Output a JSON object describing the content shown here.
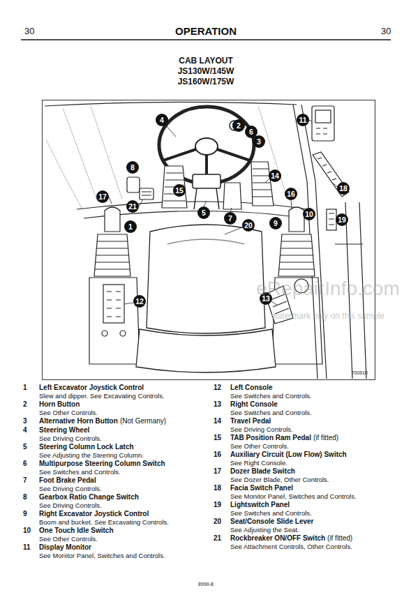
{
  "diagram": {
    "title": "CAB LAYOUT",
    "nodes": [
      {
        "text": [
          "700910"
        ]
      },
      {
        "text": [
          "1"
        ],
        "in": 0
      },
      {
        "text": [
          "2"
        ],
        "in": 0
      },
      {
        "text": [
          "3"
        ],
        "in": 0
      },
      {
        "text": [
          "4"
        ],
        "in": 0
      },
      {
        "text": [
          "5"
        ],
        "in": 0
      },
      {
        "text": [
          "6"
        ],
        "in": 0
      },
      {
        "text": [
          "7"
        ],
        "in": 0
      },
      {
        "text": [
          "8"
        ],
        "in": 0
      },
      {
        "text": [
          "9"
        ],
        "in": 0
      },
      {
        "text": [
          "10"
        ],
        "in": 0
      },
      {
        "text": [
          "11"
        ],
        "in": 0
      },
      {
        "text": [
          "12"
        ],
        "in": 0
      },
      {
        "text": [
          "13"
        ],
        "in": 0
      },
      {
        "text": [
          "14"
        ],
        "in": 0
      },
      {
        "text": [
          "15"
        ],
        "in": 0
      },
      {
        "text": [
          "16"
        ],
        "in": 0
      },
      {
        "text": [
          "17"
        ],
        "in": 0
      },
      {
        "text": [
          "18"
        ],
        "in": 0
      },
      {
        "text": [
          "19"
        ],
        "in": 0
      },
      {
        "text": [
          "20"
        ],
        "in": 0
      },
      {
        "text": [
          "21"
        ],
        "in": 0
      }
    ],
    "labels": [
      "30",
      "OPERATION",
      "30",
      "JS130W/145W",
      "JS160W/175W",
      "1",
      "Left Excavator Joystick Control",
      "Slew and dipper. See Excavating Controls.",
      "2",
      "Horn Button",
      "See Other Controls.",
      "3",
      "Alternative Horn Button",
      "(Not Germany)",
      "4",
      "Steering Wheel",
      "See Driving Controls.",
      "5",
      "Steering Column Lock Latch",
      "See Adjusting the Steering Column.",
      "6",
      "Multipurpose Steering Column Switch",
      "See Switches and Controls.",
      "7",
      "Foot Brake Pedal",
      "See Driving Controls.",
      "8",
      "Gearbox Ratio Change Switch",
      "See Driving Controls.",
      "9",
      "Right Excavator Joystick Control",
      "Boom and bucket. See Excavating Controls.",
      "10",
      "One Touch Idle Switch",
      "See Other Controls.",
      "11",
      "Display Monitor",
      "See Monitor Panel, Switches and Controls.",
      "12",
      "Left Console",
      "See Switches and Controls.",
      "13",
      "Right Console",
      "See Switches and Controls.",
      "14",
      "Travel Pedal",
      "See Driving Controls.",
      "15",
      "TAB Position Ram Pedal",
      "(if fitted)",
      "See Other Controls.",
      "16",
      "Auxiliary Circuit (Low Flow) Switch",
      "See Right Console.",
      "17",
      "Dozer Blade Switch",
      "See Dozer Blade, Other Controls.",
      "18",
      "Facia Switch Panel",
      "See Monitor Panel, Switches and Controls.",
      "19",
      "Lightswitch Panel",
      "See Switches and Controls.",
      "20",
      "Seat/Console Slide Lever",
      "See Adjusting the Seat.",
      "21",
      "Rockbreaker ON/OFF Switch",
      "(if fitted)",
      "See Attachment Controls, Other Controls.",
      "eRepairInfo.com",
      "watermark only on this sample",
      "8990-8"
    ]
  }
}
